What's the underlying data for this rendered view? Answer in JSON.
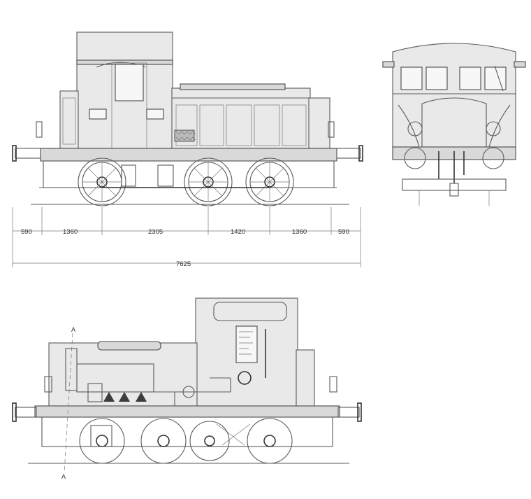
{
  "dimensions": {
    "segments": [
      "590",
      "1360",
      "2305",
      "1420",
      "1360",
      "590"
    ],
    "total": "7625"
  },
  "section_marks": {
    "top": "A",
    "bottom": "A"
  }
}
